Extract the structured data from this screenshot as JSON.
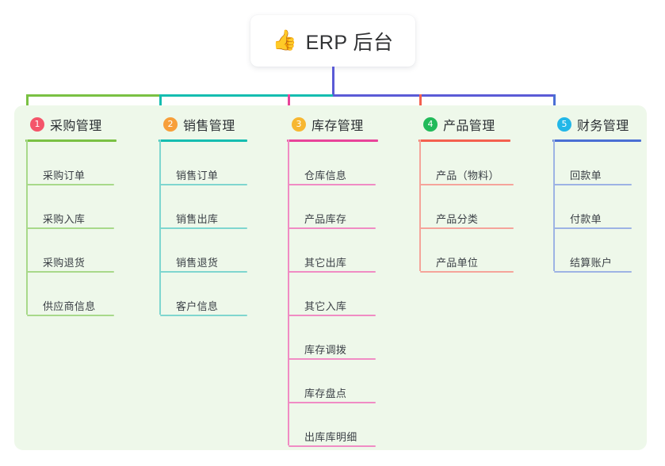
{
  "diagram": {
    "type": "mindmap",
    "root": {
      "icon": "thumbs-up-icon",
      "emoji": "👍",
      "title": "ERP 后台"
    },
    "palette": {
      "panel_background": "#eef8ea",
      "page_background": "#ffffff",
      "root_bus": "#5b5bd6",
      "text": "#3a3f45",
      "title_text": "#2b2f33"
    },
    "branches": [
      {
        "number": "1",
        "label": "采购管理",
        "badge_color": "#f4556a",
        "line_color": "#7ac143",
        "leaf_line_color": "#a8d98a",
        "items": [
          "采购订单",
          "采购入库",
          "采购退货",
          "供应商信息"
        ]
      },
      {
        "number": "2",
        "label": "销售管理",
        "badge_color": "#f79f3a",
        "line_color": "#15bdb0",
        "leaf_line_color": "#7fd6cf",
        "items": [
          "销售订单",
          "销售出库",
          "销售退货",
          "客户信息"
        ]
      },
      {
        "number": "3",
        "label": "库存管理",
        "badge_color": "#f7b731",
        "line_color": "#e8449a",
        "leaf_line_color": "#f08cc4",
        "items": [
          "仓库信息",
          "产品库存",
          "其它出库",
          "其它入库",
          "库存调拨",
          "库存盘点",
          "出库库明细"
        ]
      },
      {
        "number": "4",
        "label": "产品管理",
        "badge_color": "#22ba5a",
        "line_color": "#f4604f",
        "leaf_line_color": "#f5a49a",
        "items": [
          "产品（物料）",
          "产品分类",
          "产品单位"
        ]
      },
      {
        "number": "5",
        "label": "财务管理",
        "badge_color": "#22b7e8",
        "line_color": "#4a6fd4",
        "leaf_line_color": "#9db3e4",
        "items": [
          "回款单",
          "付款单",
          "结算账户"
        ]
      }
    ]
  }
}
